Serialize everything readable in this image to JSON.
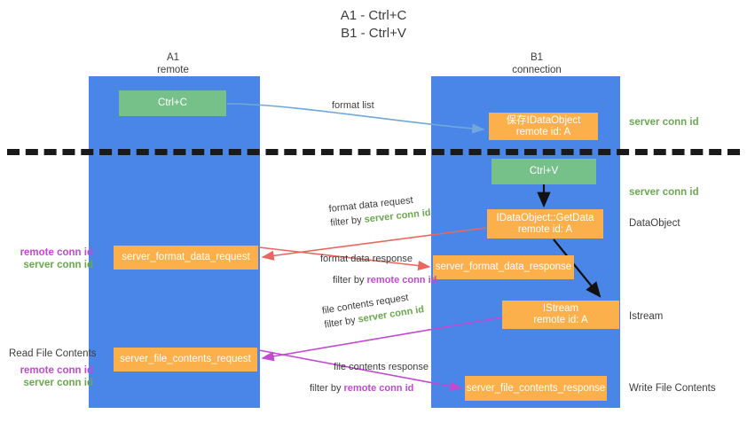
{
  "title": {
    "line1": "A1 - Ctrl+C",
    "line2": "B1 - Ctrl+V"
  },
  "lanes": [
    {
      "id": "a1",
      "name": "A1",
      "subtitle": "remote"
    },
    {
      "id": "b1",
      "name": "B1",
      "subtitle": "connection"
    }
  ],
  "boxes": {
    "ctrl_c": {
      "label": "Ctrl+C",
      "color": "#76c08a"
    },
    "save_dataobject": {
      "label": "保存IDataObject",
      "sub": "remote id: A",
      "color": "#fbb04c"
    },
    "ctrl_v": {
      "label": "Ctrl+V",
      "color": "#76c08a"
    },
    "getdata": {
      "label": "IDataObject::GetData",
      "sub": "remote id: A",
      "color": "#fbb04c"
    },
    "istream": {
      "label": "IStream",
      "sub": "remote id: A",
      "color": "#fbb04c"
    },
    "format_data_request": {
      "label": "server_format_data_request",
      "color": "#fbb04c"
    },
    "format_data_response": {
      "label": "server_format_data_response",
      "color": "#fbb04c"
    },
    "file_contents_request": {
      "label": "server_file_contents_request",
      "color": "#fbb04c"
    },
    "file_contents_response": {
      "label": "server_file_contents_response",
      "color": "#fbb04c"
    }
  },
  "edges": {
    "format_list": {
      "label": "format list"
    },
    "format_data_request": {
      "label": "format data request",
      "filter_prefix": "filter by ",
      "filter_value": "server conn id"
    },
    "format_data_response": {
      "label": "format data response",
      "filter_prefix": "filter by ",
      "filter_value": "remote conn id"
    },
    "file_contents_request": {
      "label": "file contents request",
      "filter_prefix": "filter by ",
      "filter_value": "server conn id"
    },
    "file_contents_response": {
      "label": "file contents response",
      "filter_prefix": "filter by ",
      "filter_value": "remote conn id"
    }
  },
  "side_labels": {
    "server_conn_id_top": "server conn id",
    "server_conn_id_mid": "server conn id",
    "dataobject": "DataObject",
    "istream": "Istream",
    "write_file_contents": "Write File Contents",
    "read_file_contents": "Read File Contents",
    "remote_conn_id": "remote conn id",
    "server_conn_id": "server conn id"
  },
  "colors": {
    "lane": "#4a86e8",
    "green_box": "#76c08a",
    "orange_box": "#fbb04c",
    "green_text": "#6aa84f",
    "magenta_text": "#c04ad0",
    "divider": "#1a1a1a",
    "arrow_blue": "#6fa8dc",
    "arrow_red": "#e8685f",
    "arrow_magenta": "#c04ad0",
    "arrow_black": "#111111",
    "background": "#ffffff"
  }
}
